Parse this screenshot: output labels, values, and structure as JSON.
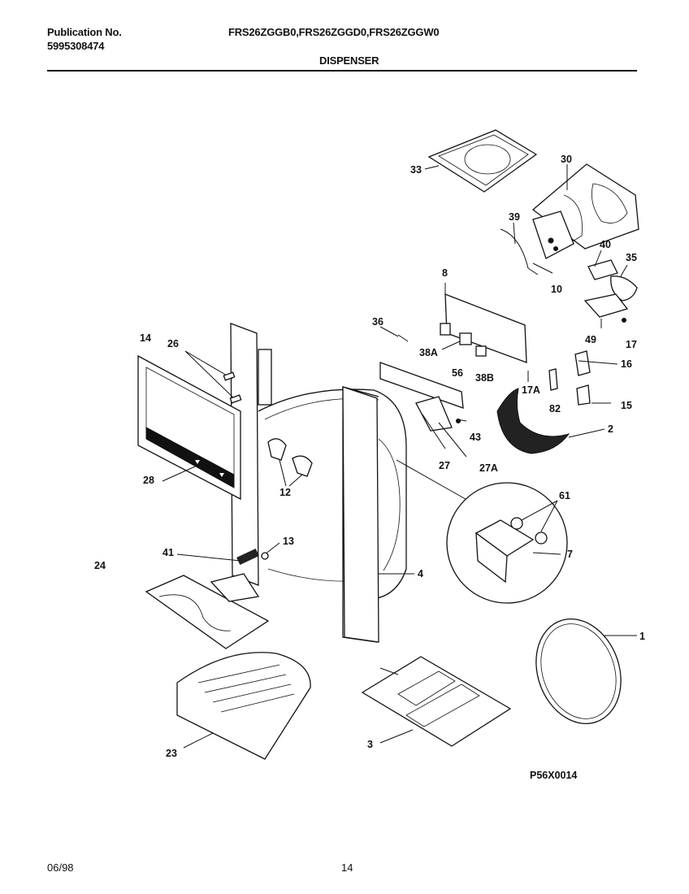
{
  "header": {
    "publication_label": "Publication No.",
    "publication_number": "5995308474",
    "models": "FRS26ZGGB0,FRS26ZGGD0,FRS26ZGGW0",
    "section_title": "DISPENSER"
  },
  "footer": {
    "date": "06/98",
    "page": "14"
  },
  "diagram": {
    "figure_code": "P56X0014",
    "callouts": [
      {
        "id": "c33",
        "text": "33"
      },
      {
        "id": "c30",
        "text": "30"
      },
      {
        "id": "c39",
        "text": "39"
      },
      {
        "id": "c40",
        "text": "40"
      },
      {
        "id": "c35",
        "text": "35"
      },
      {
        "id": "c8",
        "text": "8"
      },
      {
        "id": "c10",
        "text": "10"
      },
      {
        "id": "c36",
        "text": "36"
      },
      {
        "id": "c49",
        "text": "49"
      },
      {
        "id": "c17",
        "text": "17"
      },
      {
        "id": "c14",
        "text": "14"
      },
      {
        "id": "c26",
        "text": "26"
      },
      {
        "id": "c38A",
        "text": "38A"
      },
      {
        "id": "c56",
        "text": "56"
      },
      {
        "id": "c38B",
        "text": "38B"
      },
      {
        "id": "c16",
        "text": "16"
      },
      {
        "id": "c17A",
        "text": "17A"
      },
      {
        "id": "c15",
        "text": "15"
      },
      {
        "id": "c82",
        "text": "82"
      },
      {
        "id": "c2",
        "text": "2"
      },
      {
        "id": "c43",
        "text": "43"
      },
      {
        "id": "c28",
        "text": "28"
      },
      {
        "id": "c27",
        "text": "27"
      },
      {
        "id": "c27A",
        "text": "27A"
      },
      {
        "id": "c12",
        "text": "12"
      },
      {
        "id": "c61",
        "text": "61"
      },
      {
        "id": "c13",
        "text": "13"
      },
      {
        "id": "c7",
        "text": "7"
      },
      {
        "id": "c24",
        "text": "24"
      },
      {
        "id": "c41",
        "text": "41"
      },
      {
        "id": "c4",
        "text": "4"
      },
      {
        "id": "c1",
        "text": "1"
      },
      {
        "id": "c23",
        "text": "23"
      },
      {
        "id": "c3",
        "text": "3"
      }
    ]
  }
}
